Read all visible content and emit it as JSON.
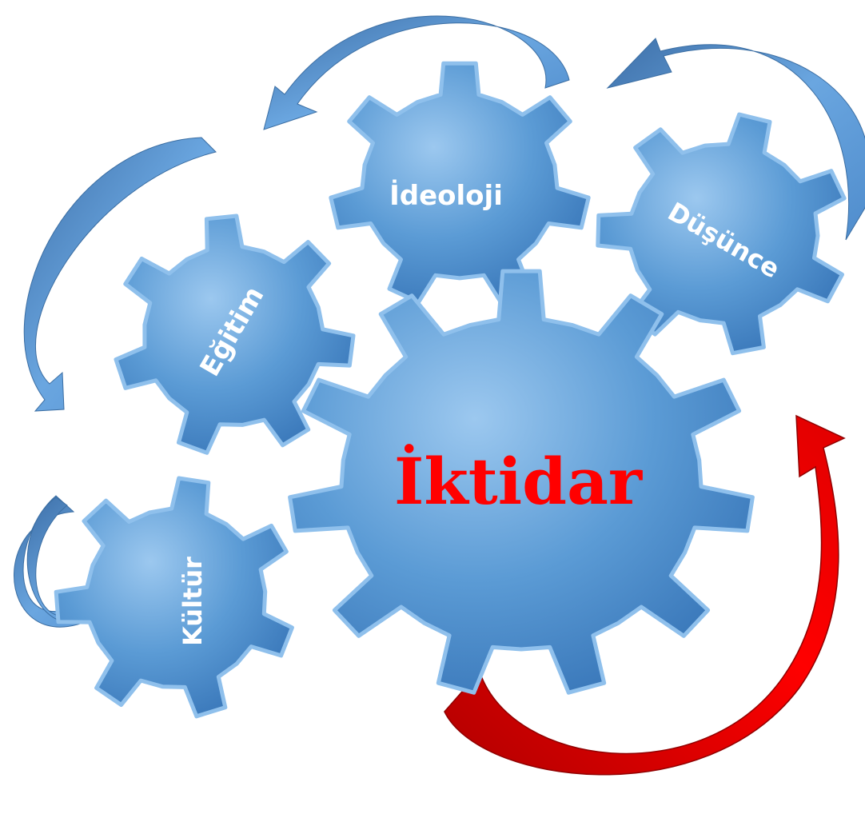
{
  "diagram": {
    "center_gear": {
      "label": "İktidar",
      "text_color": "#ff0000"
    },
    "gears": [
      {
        "id": "ideoloji",
        "label": "İdeoloji"
      },
      {
        "id": "dusunce",
        "label": "Düşünce"
      },
      {
        "id": "egitim",
        "label": "Eğitim"
      },
      {
        "id": "kultur",
        "label": "Kültür"
      }
    ],
    "colors": {
      "gear_fill": "#5b9bd5",
      "gear_light": "#8fc0ec",
      "gear_dark": "#3f7fc0",
      "arrow_blue": "#4f8ccc",
      "arrow_red": "#e00000"
    }
  }
}
